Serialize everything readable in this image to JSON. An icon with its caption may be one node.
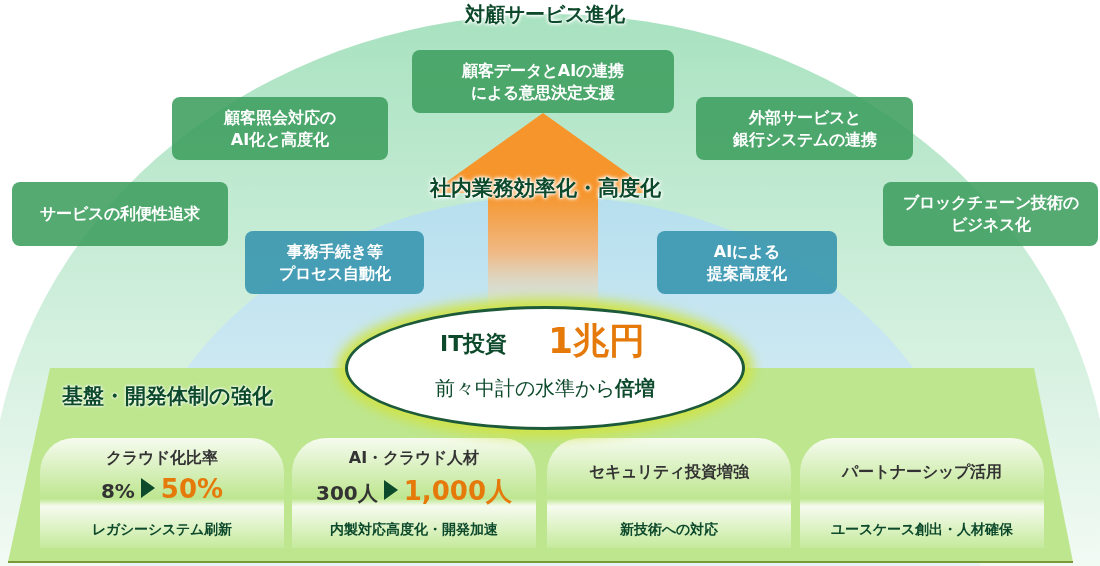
{
  "diagram": {
    "nodes": [
      {
        "text": [
          "サービスの利便性追求"
        ]
      },
      {
        "text": [
          "顧客照会対応のAI化と高度化"
        ]
      },
      {
        "text": [
          "顧客データとAIの連携による意思決定支援"
        ]
      },
      {
        "text": [
          "外部サービスと銀行システムの連携"
        ]
      },
      {
        "text": [
          "ブロックチェーン技術のビジネス化"
        ]
      },
      {
        "text": [
          "事務手続き等プロセス自動化"
        ]
      },
      {
        "text": [
          "AIによる提案高度化"
        ]
      },
      {
        "text": [
          "IT投資",
          "1兆円",
          "前々中計の水準から**倍増**"
        ]
      },
      {
        "text": [
          "基盤・開発体制の強化"
        ]
      },
      {
        "text": [
          "クラウド化比率",
          "8%",
          "50%",
          "レガシーシステム刷新"
        ],
        "in": 8
      },
      {
        "text": [
          "AI・クラウド人材",
          "300人",
          "1,000人",
          "内製対応高度化・開発加速"
        ],
        "in": 8
      },
      {
        "text": [
          "セキュリティ投資増強",
          "新技術への対応"
        ],
        "in": 8
      },
      {
        "text": [
          "パートナーシップ活用",
          "ユースケース創出・人材確保"
        ],
        "in": 8
      }
    ],
    "edges": [
      {
        "from": 7,
        "to": 2,
        "arrow": "to"
      }
    ],
    "labels": [
      "対顧サービス進化",
      "社内業務効率化・高度化"
    ]
  }
}
